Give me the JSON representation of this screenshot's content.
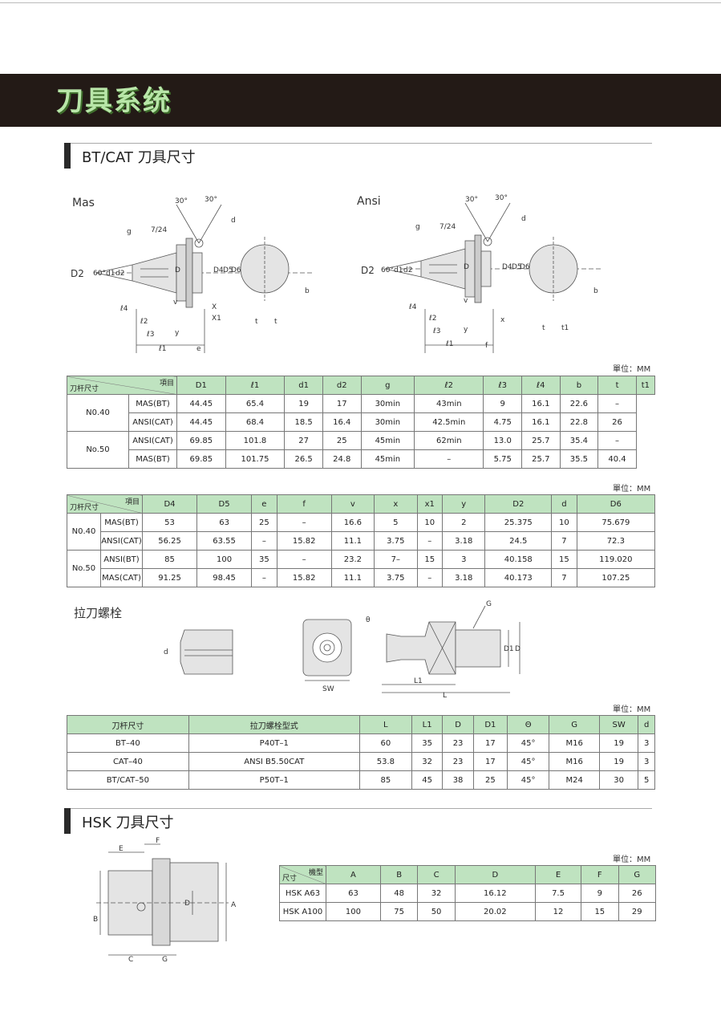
{
  "banner": {
    "title": "刀具系统"
  },
  "sections": {
    "bt_cat": "BT/CAT 刀具尺寸",
    "pull_stud": "拉刀螺栓",
    "hsk": "HSK 刀具尺寸"
  },
  "diagrams": {
    "mas": {
      "title": "Mas",
      "labels": [
        "30°",
        "30°",
        "d",
        "g",
        "7/24",
        "D2",
        "60°",
        "d1",
        "d2",
        "D",
        "D4",
        "D5",
        "D6",
        "b",
        "v",
        "X",
        "X1",
        "ℓ4",
        "ℓ2",
        "ℓ3",
        "ℓ1",
        "y",
        "e",
        "t",
        "t"
      ]
    },
    "ansi": {
      "title": "Ansi",
      "labels": [
        "30°",
        "30°",
        "d",
        "g",
        "7/24",
        "D2",
        "60°",
        "d1",
        "d2",
        "D",
        "D4",
        "D5",
        "D6",
        "b",
        "v",
        "x",
        "ℓ4",
        "ℓ2",
        "ℓ3",
        "ℓ1",
        "y",
        "f",
        "t",
        "t1"
      ]
    },
    "stud": {
      "labels": [
        "d",
        "SW",
        "θ",
        "G",
        "D1",
        "D",
        "L1",
        "L"
      ]
    },
    "hsk": {
      "labels": [
        "E",
        "F",
        "B",
        "D",
        "A",
        "C",
        "G"
      ]
    }
  },
  "unit": "單位：MM",
  "table1": {
    "corner_top": "項目",
    "corner_bottom": "刀杆尺寸",
    "headers": [
      "D1",
      "ℓ1",
      "d1",
      "d2",
      "g",
      "ℓ2",
      "ℓ3",
      "ℓ4",
      "b",
      "t",
      "t1"
    ],
    "groups": [
      {
        "name": "N0.40",
        "rows": [
          {
            "type": "MAS(BT)",
            "values": [
              "44.45",
              "65.4",
              "19",
              "17",
              "30min",
              "43min",
              "9",
              "16.1",
              "22.6",
              "–"
            ]
          },
          {
            "type": "ANSI(CAT)",
            "values": [
              "44.45",
              "68.4",
              "18.5",
              "16.4",
              "30min",
              "42.5min",
              "4.75",
              "16.1",
              "22.8",
              "26"
            ]
          }
        ]
      },
      {
        "name": "No.50",
        "rows": [
          {
            "type": "ANSI(CAT)",
            "values": [
              "69.85",
              "101.8",
              "27",
              "25",
              "45min",
              "62min",
              "13.0",
              "25.7",
              "35.4",
              "–"
            ]
          },
          {
            "type": "MAS(BT)",
            "values": [
              "69.85",
              "101.75",
              "26.5",
              "24.8",
              "45min",
              "–",
              "5.75",
              "25.7",
              "35.5",
              "40.4"
            ]
          }
        ]
      }
    ]
  },
  "table2": {
    "corner_top": "項目",
    "corner_bottom": "刀杆尺寸",
    "headers": [
      "D4",
      "D5",
      "e",
      "f",
      "v",
      "x",
      "x1",
      "y",
      "D2",
      "d",
      "D6"
    ],
    "groups": [
      {
        "name": "N0.40",
        "rows": [
          {
            "type": "MAS(BT)",
            "values": [
              "53",
              "63",
              "25",
              "–",
              "16.6",
              "5",
              "10",
              "2",
              "25.375",
              "10",
              "75.679"
            ]
          },
          {
            "type": "ANSI(CAT)",
            "values": [
              "56.25",
              "63.55",
              "–",
              "15.82",
              "11.1",
              "3.75",
              "–",
              "3.18",
              "24.5",
              "7",
              "72.3"
            ]
          }
        ]
      },
      {
        "name": "No.50",
        "rows": [
          {
            "type": "ANSI(BT)",
            "values": [
              "85",
              "100",
              "35",
              "–",
              "23.2",
              "7–",
              "15",
              "3",
              "40.158",
              "15",
              "119.020"
            ]
          },
          {
            "type": "MAS(CAT)",
            "values": [
              "91.25",
              "98.45",
              "–",
              "15.82",
              "11.1",
              "3.75",
              "–",
              "3.18",
              "40.173",
              "7",
              "107.25"
            ]
          }
        ]
      }
    ]
  },
  "table3": {
    "headers": [
      "刀杆尺寸",
      "拉刀螺栓型式",
      "L",
      "L1",
      "D",
      "D1",
      "Θ",
      "G",
      "SW",
      "d"
    ],
    "rows": [
      [
        "BT–40",
        "P40T–1",
        "60",
        "35",
        "23",
        "17",
        "45°",
        "M16",
        "19",
        "3"
      ],
      [
        "CAT–40",
        "ANSI B5.50CAT",
        "53.8",
        "32",
        "23",
        "17",
        "45°",
        "M16",
        "19",
        "3"
      ],
      [
        "BT/CAT–50",
        "P50T–1",
        "85",
        "45",
        "38",
        "25",
        "45°",
        "M24",
        "30",
        "5"
      ]
    ]
  },
  "table4": {
    "corner_top": "機型",
    "corner_bottom": "尺寸",
    "headers": [
      "A",
      "B",
      "C",
      "D",
      "E",
      "F",
      "G"
    ],
    "rows": [
      [
        "HSK A63",
        "63",
        "48",
        "32",
        "16.12",
        "7.5",
        "9",
        "26"
      ],
      [
        "HSK A100",
        "100",
        "75",
        "50",
        "20.02",
        "12",
        "15",
        "29"
      ]
    ]
  }
}
